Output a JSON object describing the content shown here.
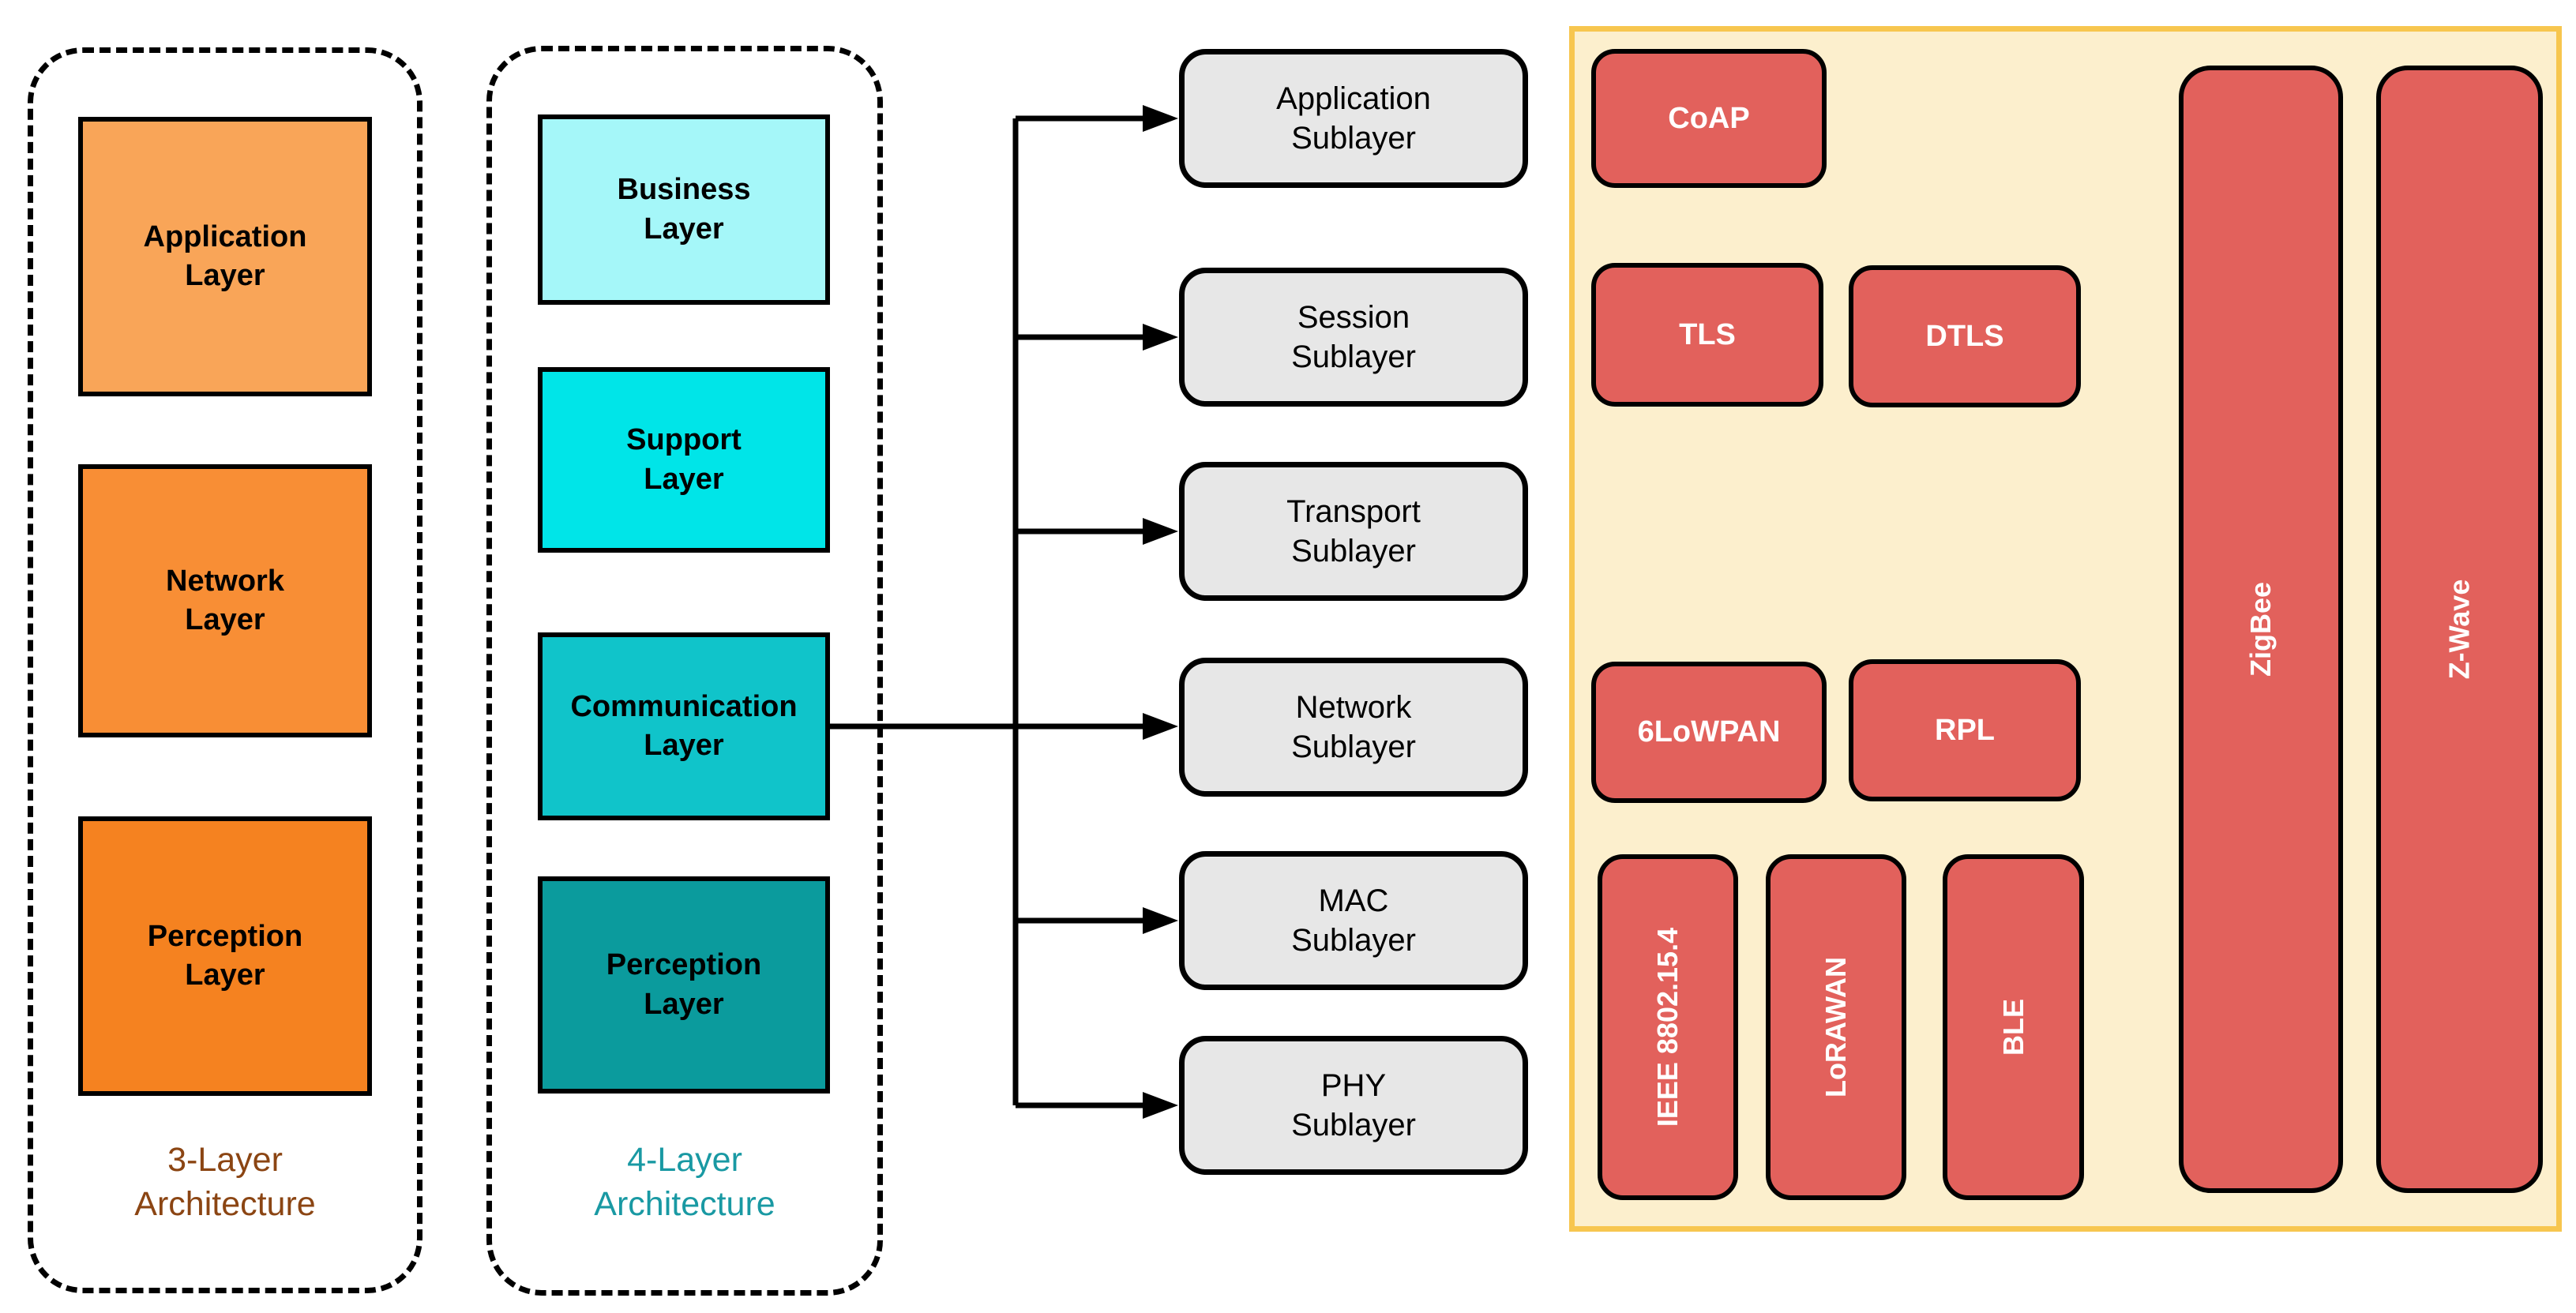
{
  "figure": {
    "three_layer": {
      "caption": "3-Layer\nArchitecture",
      "caption_color": "#8B4513",
      "layers": [
        {
          "label": "Application\nLayer",
          "color": "#F9A558"
        },
        {
          "label": "Network\nLayer",
          "color": "#F88E35"
        },
        {
          "label": "Perception\nLayer",
          "color": "#F58220"
        }
      ]
    },
    "four_layer": {
      "caption": "4-Layer\nArchitecture",
      "caption_color": "#1999A3",
      "layers": [
        {
          "label": "Business\nLayer",
          "color": "#A5F7F9"
        },
        {
          "label": "Support\nLayer",
          "color": "#00E5E8"
        },
        {
          "label": "Communication\nLayer",
          "color": "#10C4CA"
        },
        {
          "label": "Perception\nLayer",
          "color": "#0B9B9D"
        }
      ]
    },
    "sublayers": {
      "fill": "#E7E7E7",
      "items": [
        {
          "label": "Application\nSublayer"
        },
        {
          "label": "Session\nSublayer"
        },
        {
          "label": "Transport\nSublayer"
        },
        {
          "label": "Network\nSublayer"
        },
        {
          "label": "MAC\nSublayer"
        },
        {
          "label": "PHY\nSublayer"
        }
      ]
    },
    "protocols": {
      "panel_bg": "#FCEFCD",
      "panel_border": "#F7C64F",
      "box_color": "#E2615C",
      "horizontal": [
        {
          "label": "CoAP"
        },
        {
          "label": "TLS"
        },
        {
          "label": "DTLS"
        },
        {
          "label": "6LoWPAN"
        },
        {
          "label": "RPL"
        }
      ],
      "vertical": [
        {
          "label": "IEEE 8802.15.4"
        },
        {
          "label": "LoRAWAN"
        },
        {
          "label": "BLE"
        },
        {
          "label": "ZigBee"
        },
        {
          "label": "Z-Wave"
        }
      ]
    }
  }
}
